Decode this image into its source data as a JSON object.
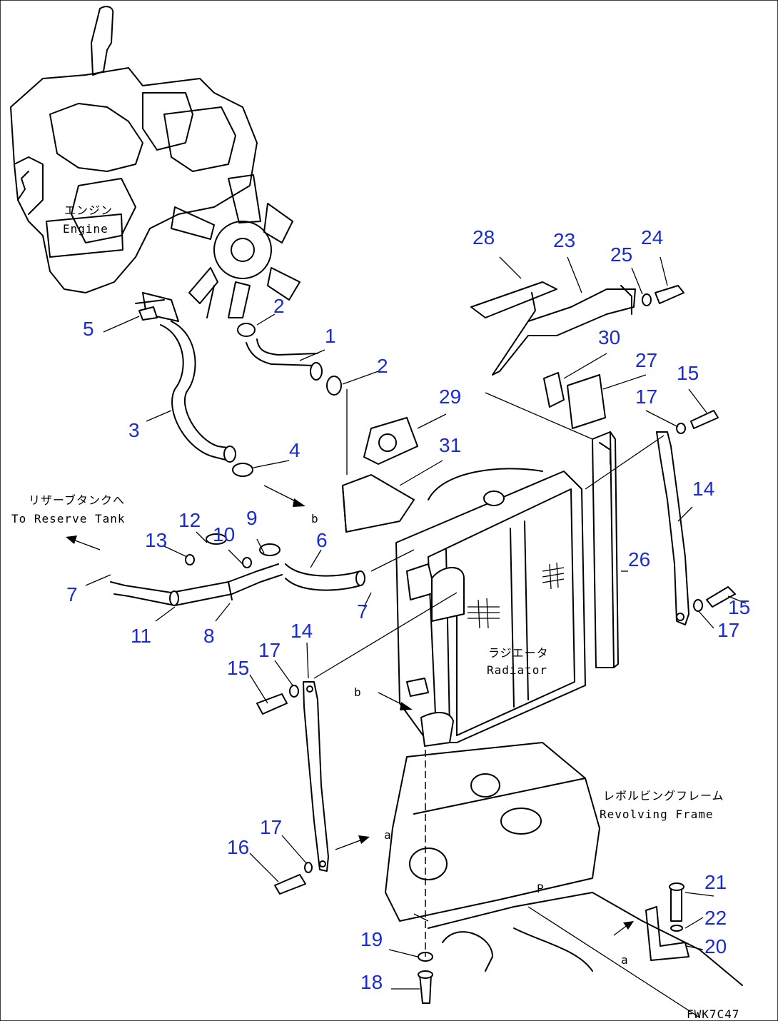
{
  "callouts": [
    {
      "id": "c1",
      "text": "1"
    },
    {
      "id": "c2a",
      "text": "2"
    },
    {
      "id": "c2b",
      "text": "2"
    },
    {
      "id": "c3",
      "text": "3"
    },
    {
      "id": "c4",
      "text": "4"
    },
    {
      "id": "c5",
      "text": "5"
    },
    {
      "id": "c6",
      "text": "6"
    },
    {
      "id": "c7a",
      "text": "7"
    },
    {
      "id": "c7b",
      "text": "7"
    },
    {
      "id": "c8",
      "text": "8"
    },
    {
      "id": "c9",
      "text": "9"
    },
    {
      "id": "c10",
      "text": "10"
    },
    {
      "id": "c11",
      "text": "11"
    },
    {
      "id": "c12",
      "text": "12"
    },
    {
      "id": "c13",
      "text": "13"
    },
    {
      "id": "c14a",
      "text": "14"
    },
    {
      "id": "c14b",
      "text": "14"
    },
    {
      "id": "c15a",
      "text": "15"
    },
    {
      "id": "c15b",
      "text": "15"
    },
    {
      "id": "c15c",
      "text": "15"
    },
    {
      "id": "c16",
      "text": "16"
    },
    {
      "id": "c17a",
      "text": "17"
    },
    {
      "id": "c17b",
      "text": "17"
    },
    {
      "id": "c17c",
      "text": "17"
    },
    {
      "id": "c17d",
      "text": "17"
    },
    {
      "id": "c18",
      "text": "18"
    },
    {
      "id": "c19",
      "text": "19"
    },
    {
      "id": "c20",
      "text": "20"
    },
    {
      "id": "c21",
      "text": "21"
    },
    {
      "id": "c22",
      "text": "22"
    },
    {
      "id": "c23",
      "text": "23"
    },
    {
      "id": "c24",
      "text": "24"
    },
    {
      "id": "c25",
      "text": "25"
    },
    {
      "id": "c26",
      "text": "26"
    },
    {
      "id": "c27",
      "text": "27"
    },
    {
      "id": "c28",
      "text": "28"
    },
    {
      "id": "c29",
      "text": "29"
    },
    {
      "id": "c30",
      "text": "30"
    },
    {
      "id": "c31",
      "text": "31"
    }
  ],
  "labels": {
    "engine_jp": "エンジン",
    "engine_en": "Engine",
    "reserve_jp": "リザーブタンクへ",
    "reserve_en": "To Reserve Tank",
    "radiator_jp": "ラジエータ",
    "radiator_en": "Radiator",
    "frame_jp": "レボルビングフレーム",
    "frame_en": "Revolving Frame",
    "ref_a1": "a",
    "ref_a2": "a",
    "ref_b1": "b",
    "ref_b2": "b",
    "drawing_code": "FWK7C47"
  },
  "colors": {
    "callout": "#1a2bd6",
    "line": "#000000",
    "background": "#ffffff"
  }
}
